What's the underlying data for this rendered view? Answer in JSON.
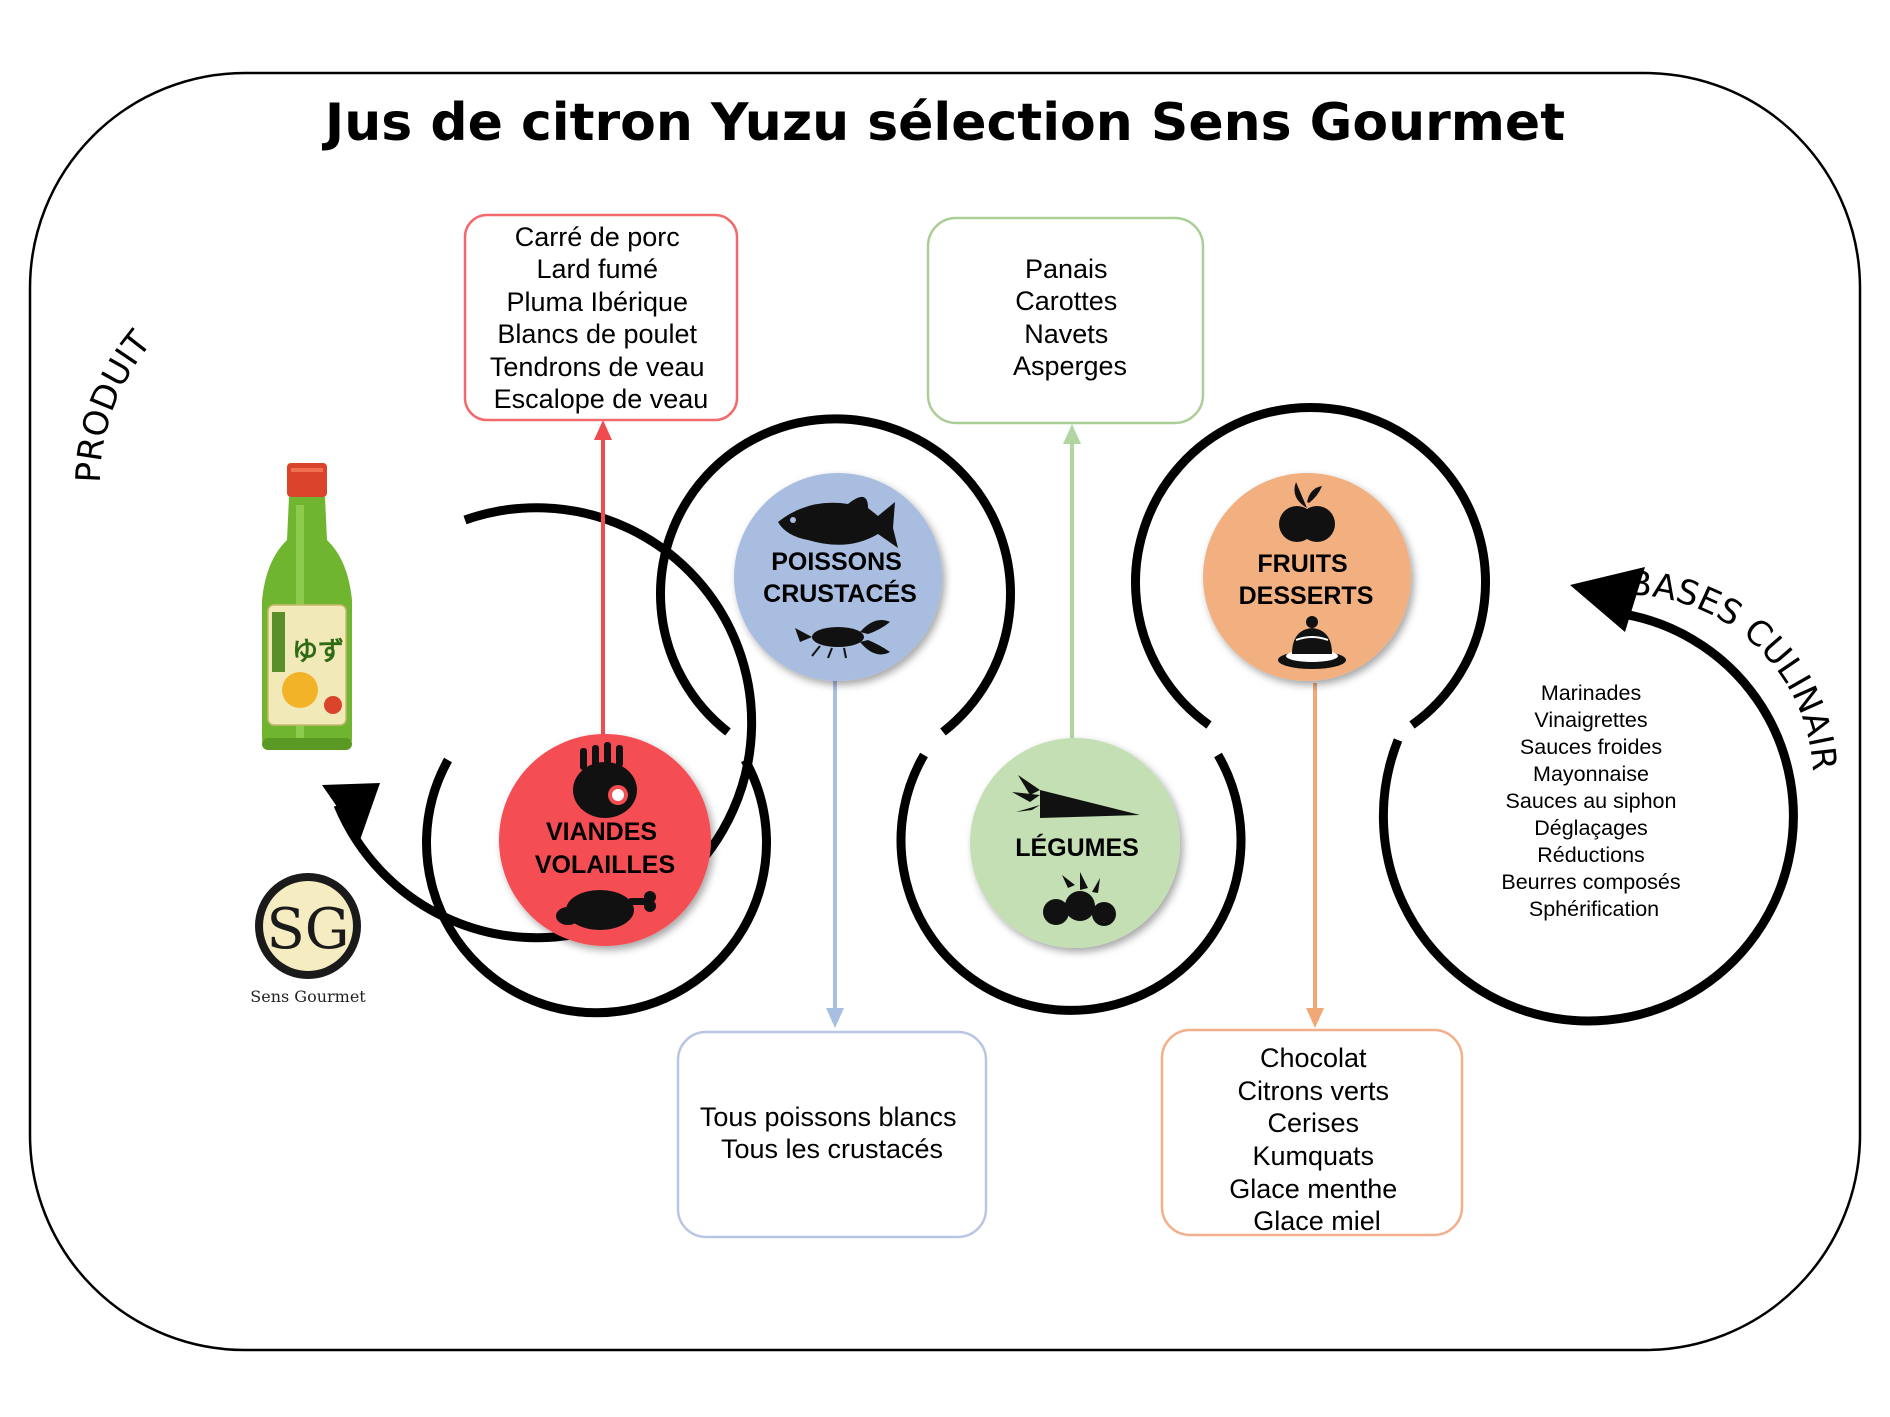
{
  "title": "Jus de citron Yuzu sélection Sens Gourmet",
  "labels": {
    "produit": "PRODUIT",
    "bases": "BASES CULINAIRES"
  },
  "logo": {
    "monogram": "SG",
    "caption": "Sens Gourmet"
  },
  "bottle": {
    "label_text": "ゆず"
  },
  "categories": {
    "viandes": {
      "line1": "VIANDES",
      "line2": "VOLAILLES",
      "color": "#f44e52",
      "icons": [
        "meat-rack-icon",
        "roast-chicken-icon"
      ]
    },
    "poissons": {
      "line1": "POISSONS",
      "line2": "CRUSTACÉS",
      "color": "#a8bde0",
      "icons": [
        "fish-icon",
        "lobster-icon"
      ]
    },
    "legumes": {
      "line1": "LÉGUMES",
      "line2": "",
      "color": "#c4dfb4",
      "icons": [
        "carrot-icon",
        "radish-icon"
      ]
    },
    "fruits": {
      "line1": "FRUITS",
      "line2": "DESSERTS",
      "color": "#f2b081",
      "icons": [
        "apple-icon",
        "dessert-icon"
      ]
    }
  },
  "lists": {
    "viandes": {
      "border_color": "#f26a6d",
      "items": [
        "Carré de porc",
        "Lard fumé",
        "Pluma Ibérique",
        "Blancs de poulet",
        "Tendrons de veau",
        "Escalope de veau"
      ]
    },
    "legumes": {
      "border_color": "#a9cf96",
      "items": [
        "Panais",
        "Carottes",
        "Navets",
        "Asperges"
      ]
    },
    "poissons": {
      "border_color": "#b7c6e3",
      "items": [
        "Tous poissons blancs",
        "Tous les crustacés"
      ]
    },
    "fruits": {
      "border_color": "#f2b08a",
      "items": [
        "Chocolat",
        "Citrons verts",
        "Cerises",
        "Kumquats",
        "Glace menthe",
        "Glace miel"
      ]
    },
    "bases": {
      "items": [
        "Marinades",
        "Vinaigrettes",
        "Sauces froides",
        "Mayonnaise",
        "Sauces au siphon",
        "Déglaçages",
        "Réductions",
        "Beurres composés",
        "Sphérification"
      ]
    }
  },
  "colors": {
    "arrow_red": "#f04c50",
    "arrow_blue": "#a9bfe2",
    "arrow_green": "#b2d6a2",
    "arrow_orange": "#f0a877",
    "bottle_green": "#6fb52f",
    "cap_red": "#d9442b",
    "logo_cream": "#f6ecc1"
  }
}
